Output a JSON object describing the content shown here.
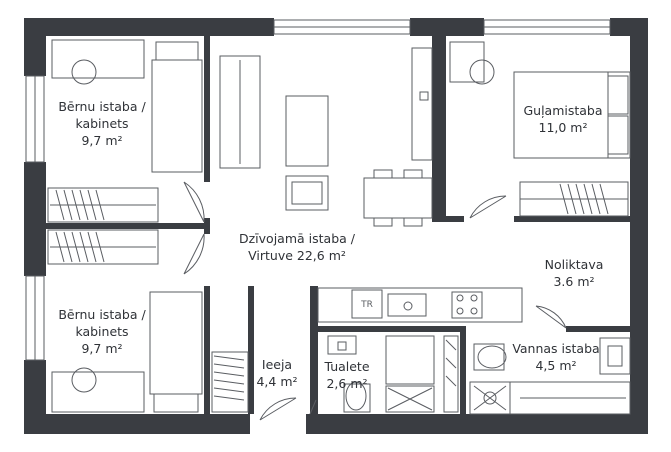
{
  "rooms": {
    "child_top": {
      "name": "Bērnu istaba /",
      "name2": "kabinets",
      "area": "9,7 m²"
    },
    "child_bottom": {
      "name": "Bērnu istaba /",
      "name2": "kabinets",
      "area": "9,7 m²"
    },
    "bedroom": {
      "name": "Guļamistaba",
      "area": "11,0 m²"
    },
    "living": {
      "name": "Dzīvojamā istaba /",
      "name2": "Virtuve 22,6 m²"
    },
    "storage": {
      "name": "Noliktava",
      "area": "3.6 m²"
    },
    "bathroom": {
      "name": "Vannas istaba",
      "area": "4,5 m²"
    },
    "hall": {
      "name": "Ieeja",
      "area": "4,4 m²"
    },
    "toilet": {
      "name": "Tualete",
      "area": "2,6 m²"
    }
  },
  "fixtures": {
    "fridge_tag": "TR"
  },
  "colors": {
    "wall": "#3a3d42",
    "furniture": "#5a5d62",
    "background": "#ffffff"
  }
}
